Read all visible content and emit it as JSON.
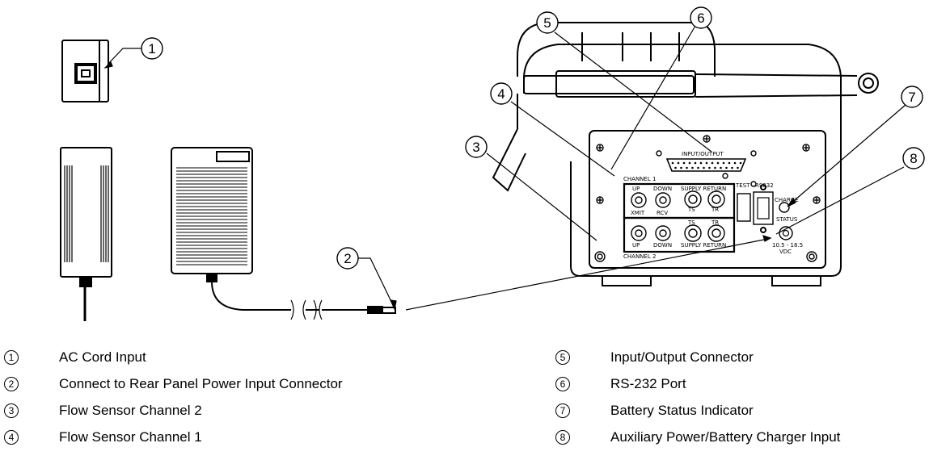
{
  "diagram": {
    "callouts": [
      "1",
      "2",
      "3",
      "4",
      "5",
      "6",
      "7",
      "8"
    ],
    "panel_labels": {
      "input_output": "INPUT/OUTPUT",
      "channel_1": "CHANNEL 1",
      "channel_2": "CHANNEL 2",
      "up": "UP",
      "down": "DOWN",
      "supply_return": "SUPPLY RETURN",
      "xmit": "XMIT",
      "rcv": "RCV",
      "ts": "TS",
      "tr": "TR",
      "test": "TEST",
      "rs232": "RS232",
      "charge": "CHARGE",
      "status": "STATUS",
      "vdc_range": "10.5 - 18.5",
      "vdc": "VDC"
    }
  },
  "legend": [
    {
      "num": "1",
      "text": "AC Cord Input"
    },
    {
      "num": "2",
      "text": "Connect to Rear Panel Power Input Connector"
    },
    {
      "num": "3",
      "text": "Flow Sensor Channel 2"
    },
    {
      "num": "4",
      "text": "Flow Sensor Channel 1"
    },
    {
      "num": "5",
      "text": "Input/Output Connector"
    },
    {
      "num": "6",
      "text": "RS-232 Port"
    },
    {
      "num": "7",
      "text": "Battery Status Indicator"
    },
    {
      "num": "8",
      "text": "Auxiliary Power/Battery Charger Input"
    }
  ]
}
